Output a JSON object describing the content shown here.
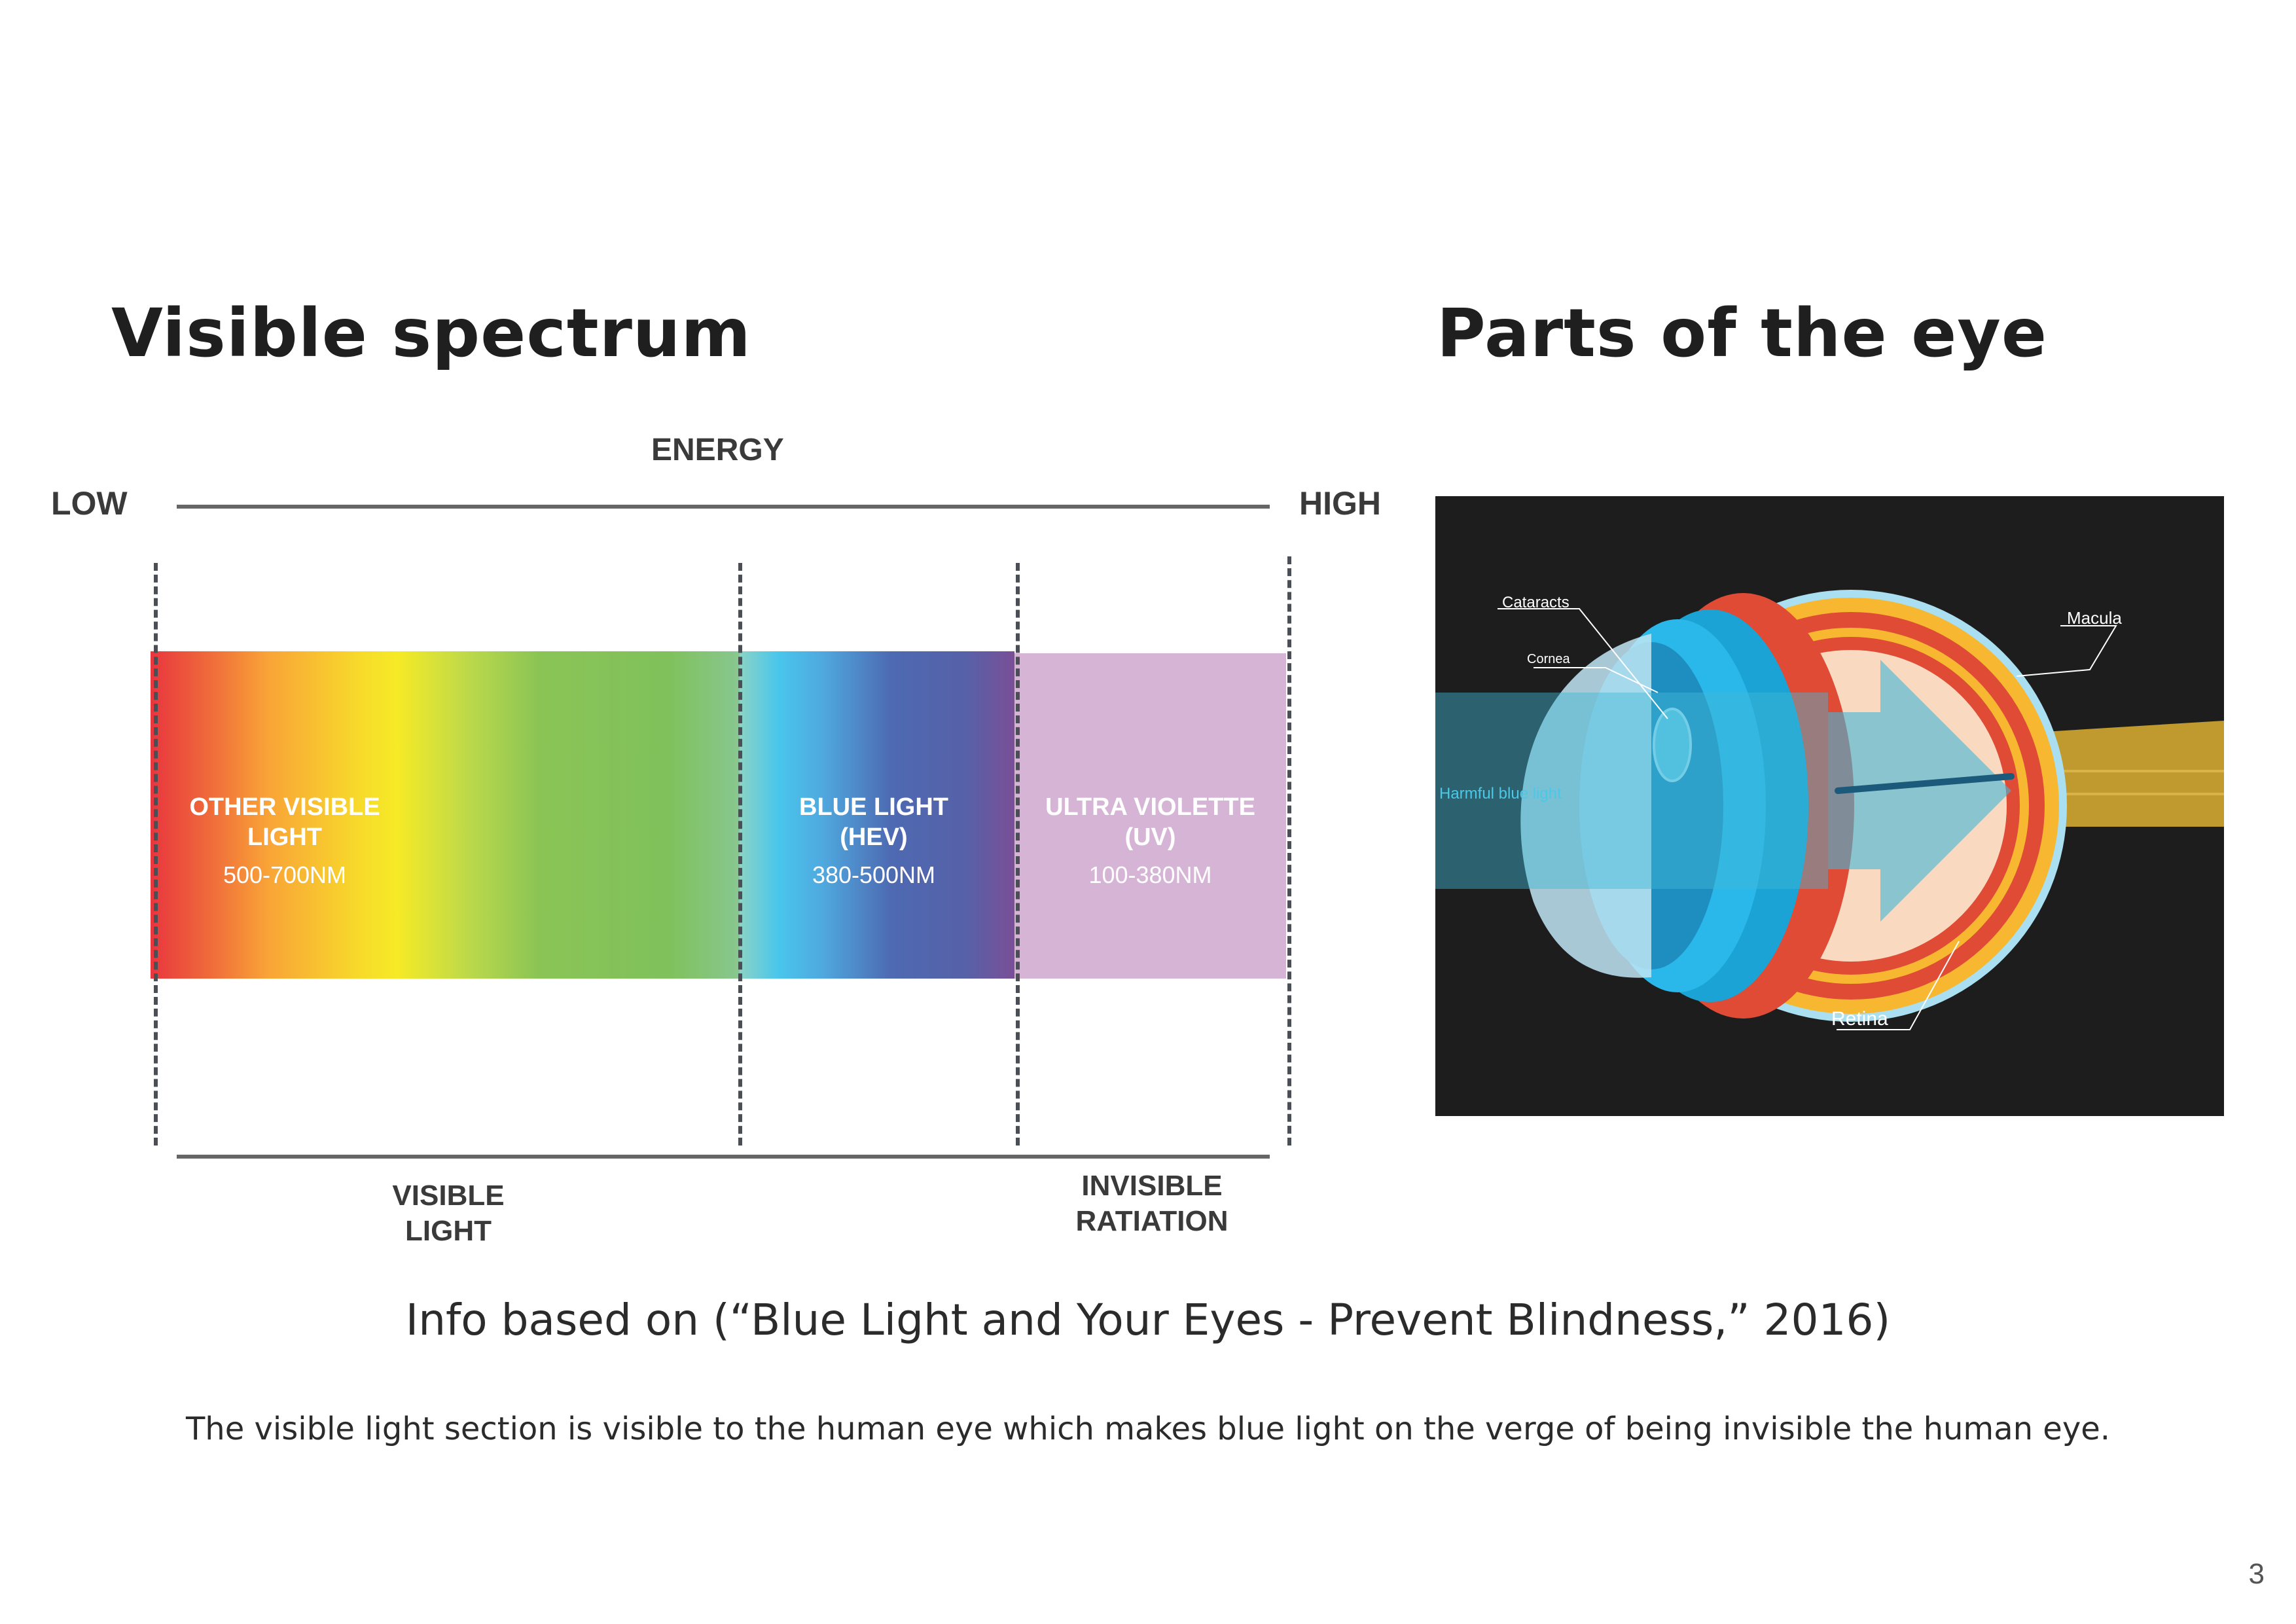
{
  "titles": {
    "left": "Visible spectrum",
    "right": "Parts of the eye"
  },
  "energy_axis": {
    "title": "ENERGY",
    "low": "LOW",
    "high": "HIGH"
  },
  "bands": [
    {
      "name_line1": "OTHER VISIBLE",
      "name_line2": "LIGHT",
      "range": "500-700NM"
    },
    {
      "name_line1": "BLUE LIGHT",
      "name_line2": "(HEV)",
      "range": "380-500NM"
    },
    {
      "name_line1": "ULTRA VIOLETTE",
      "name_line2": "(UV)",
      "range": "100-380NM"
    }
  ],
  "bottom_labels": {
    "visible_line1": "VISIBLE",
    "visible_line2": "LIGHT",
    "invisible_line1": "INVISIBLE",
    "invisible_line2": "RATIATION"
  },
  "eye_labels": {
    "cataracts": "Cataracts",
    "cornea": "Cornea",
    "macula": "Macula",
    "retina": "Retina",
    "blue_light": "Harmful blue light"
  },
  "colors": {
    "uv_band": "#d6b4d6",
    "eye_bg": "#1d1d1d",
    "blue_light_beam": "#40b8d8",
    "macula_yellow": "#f7b731",
    "retina_red": "#e04b35"
  },
  "citation": "Info based on (“Blue Light and Your Eyes - Prevent Blindness,” 2016)",
  "caption": "The visible light section is visible to the human eye which makes blue light on the verge of being invisible the human eye.",
  "page_number": "3"
}
